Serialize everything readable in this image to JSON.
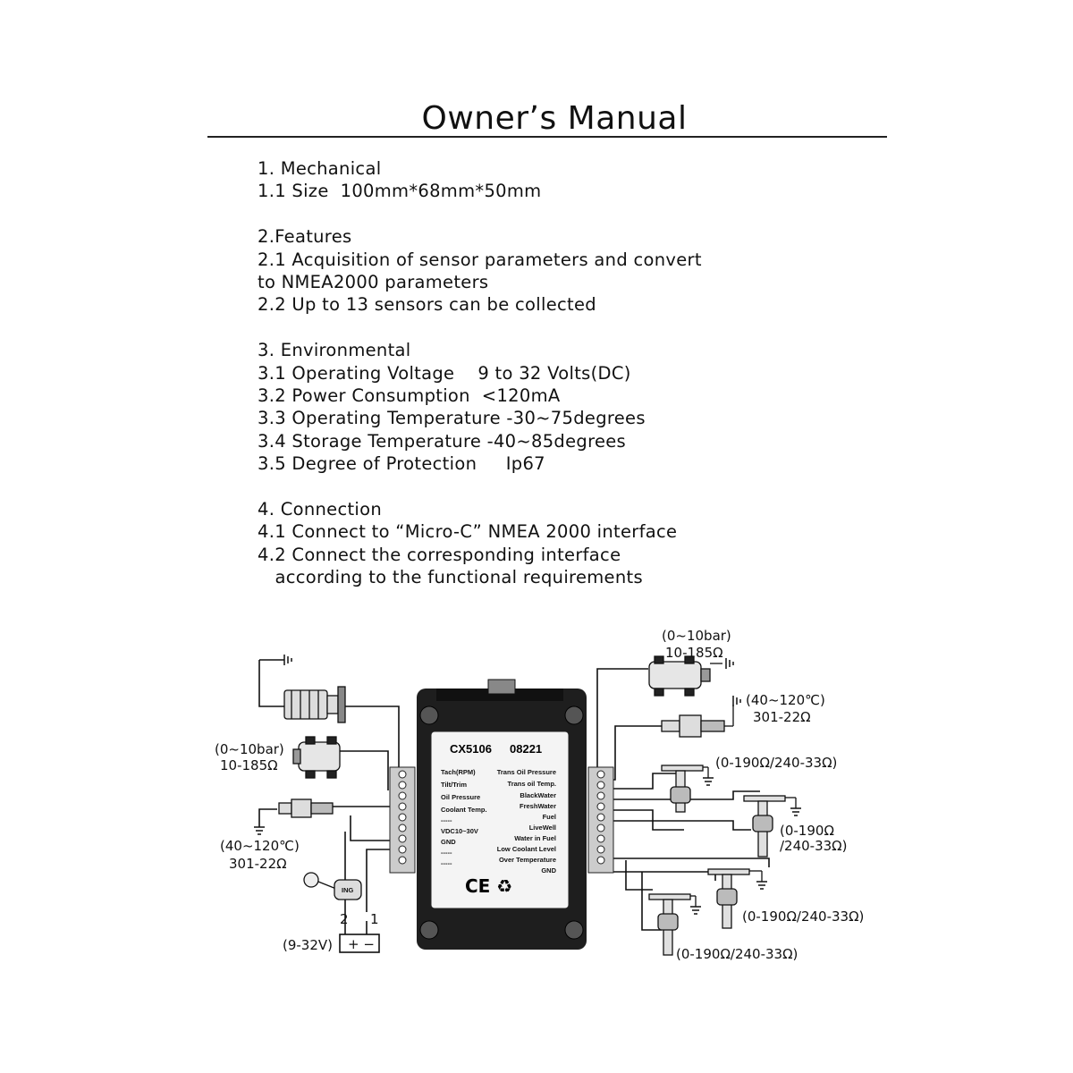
{
  "title": "Owner’s Manual",
  "sections": [
    {
      "heading": "1. Mechanical",
      "lines": [
        "1.1 Size  100mm*68mm*50mm"
      ]
    },
    {
      "heading": "2.Features",
      "lines": [
        "2.1 Acquisition of sensor parameters and convert",
        "to NMEA2000 parameters",
        "2.2 Up to 13 sensors can be collected"
      ]
    },
    {
      "heading": "3. Environmental",
      "lines": [
        "3.1 Operating Voltage    9 to 32 Volts(DC)",
        "3.2 Power Consumption  <120mA",
        "3.3 Operating Temperature -30~75degrees",
        "3.4 Storage Temperature -40~85degrees",
        "3.5 Degree of Protection     Ip67"
      ]
    },
    {
      "heading": "4. Connection",
      "lines": [
        "4.1 Connect to “Micro-C” NMEA 2000 interface",
        "4.2 Connect the corresponding interface",
        "   according to the functional requirements"
      ]
    }
  ],
  "diagram": {
    "model": "CX5106",
    "code": "08221",
    "left_ports": [
      "Tach(RPM)",
      "Tilt/Trim",
      "Oil Pressure",
      "Coolant Temp.",
      "-----",
      "VDC10~30V",
      "GND",
      "-----",
      "-----"
    ],
    "right_ports": [
      "Trans Oil Pressure",
      "Trans oil Temp.",
      "BlackWater",
      "FreshWater",
      "Fuel",
      "LiveWell",
      "Water in Fuel",
      "Low Coolant Level",
      "Over Temperature",
      "GND"
    ],
    "cert_marks": "CE ♻",
    "labels": {
      "left_pressure_range": "(0~10bar)",
      "left_pressure_res": "10-185Ω",
      "left_temp_range": "(40~120℃)",
      "left_temp_res": "301-22Ω",
      "ign": "ING",
      "wire2": "2",
      "wire1": "1",
      "battery": "(9-32V)",
      "battery_sign": "+ −",
      "right_pressure_range": "(0~10bar)",
      "right_pressure_res": "10-185Ω",
      "right_temp_range": "(40~120℃)",
      "right_temp_res": "301-22Ω",
      "level1": "(0-190Ω/240-33Ω)",
      "level2a": "(0-190Ω",
      "level2b": "/240-33Ω)",
      "level3": "(0-190Ω/240-33Ω)",
      "level4": "(0-190Ω/240-33Ω)"
    }
  }
}
